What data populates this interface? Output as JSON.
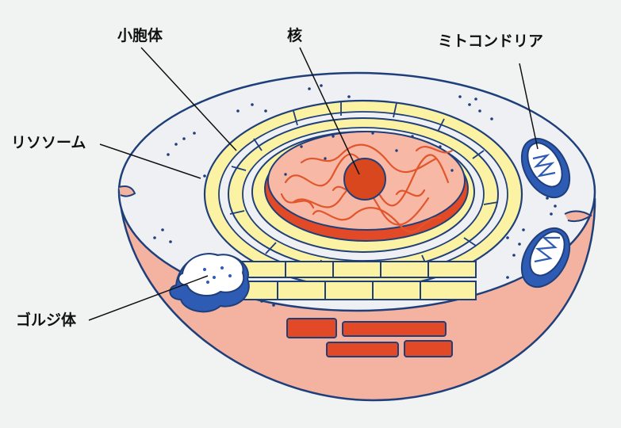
{
  "diagram": {
    "labels": {
      "vesicle": "小胞体",
      "nucleus": "核",
      "mitochondria": "ミトコンドリア",
      "lysosome": "リソソーム",
      "golgi": "ゴルジ体"
    },
    "colors": {
      "background": "#f1f2f2",
      "outline": "#1f3f7a",
      "cytoplasm": "#eef0f4",
      "cell_side": "#f4b3a1",
      "er_yellow": "#fbf3a3",
      "nucleus_fill": "#f7b8a6",
      "nucleus_wall": "#e24a27",
      "nucleolus": "#d9471f",
      "chromatin": "#e2562c",
      "mito_blue": "#2e5bb4",
      "golgi_blue": "#2e5bb4",
      "leader_line": "#111111"
    }
  }
}
